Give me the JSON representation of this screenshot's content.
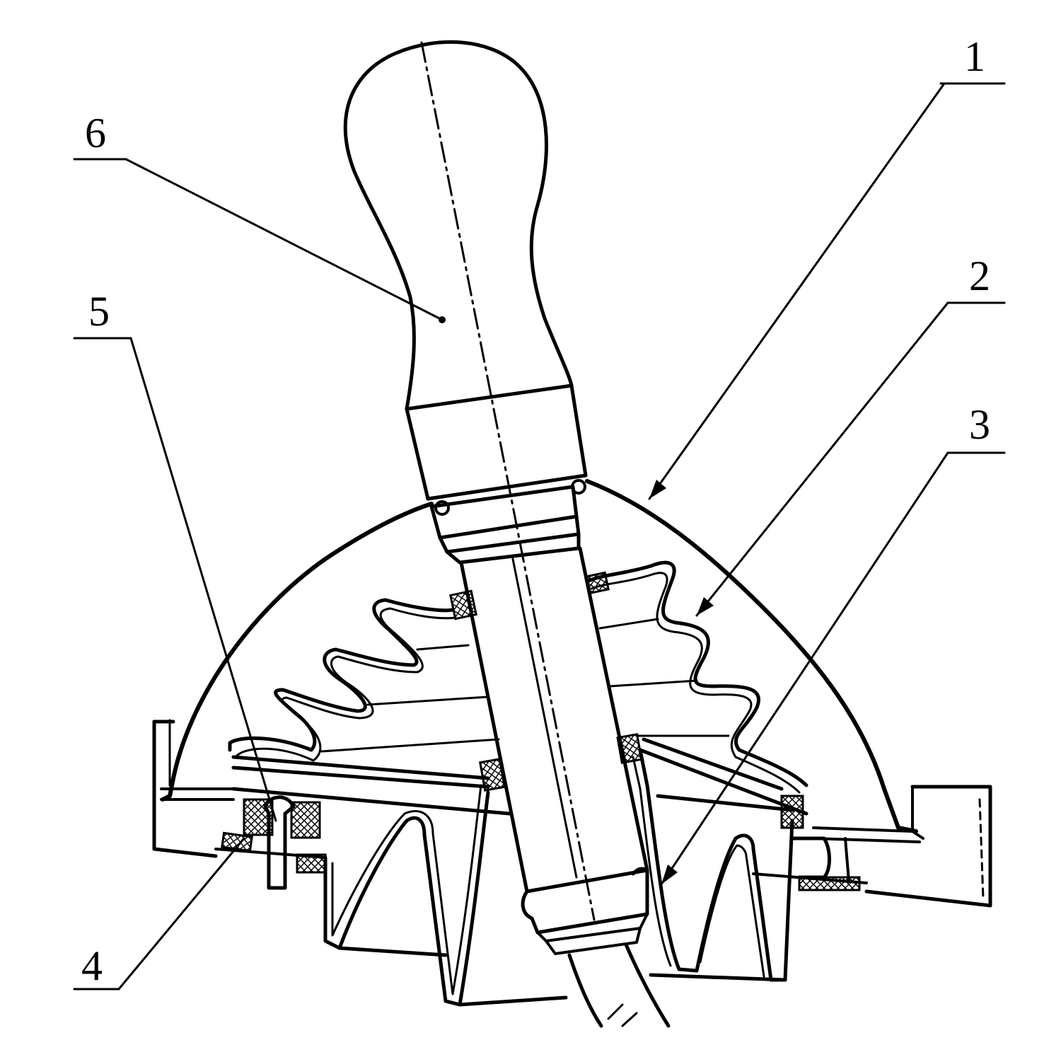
{
  "diagram": {
    "labels": {
      "part_1": "1",
      "part_2": "2",
      "part_3": "3",
      "part_4": "4",
      "part_5": "5",
      "part_6": "6"
    },
    "colors": {
      "line": "#000000",
      "background": "#ffffff"
    }
  }
}
